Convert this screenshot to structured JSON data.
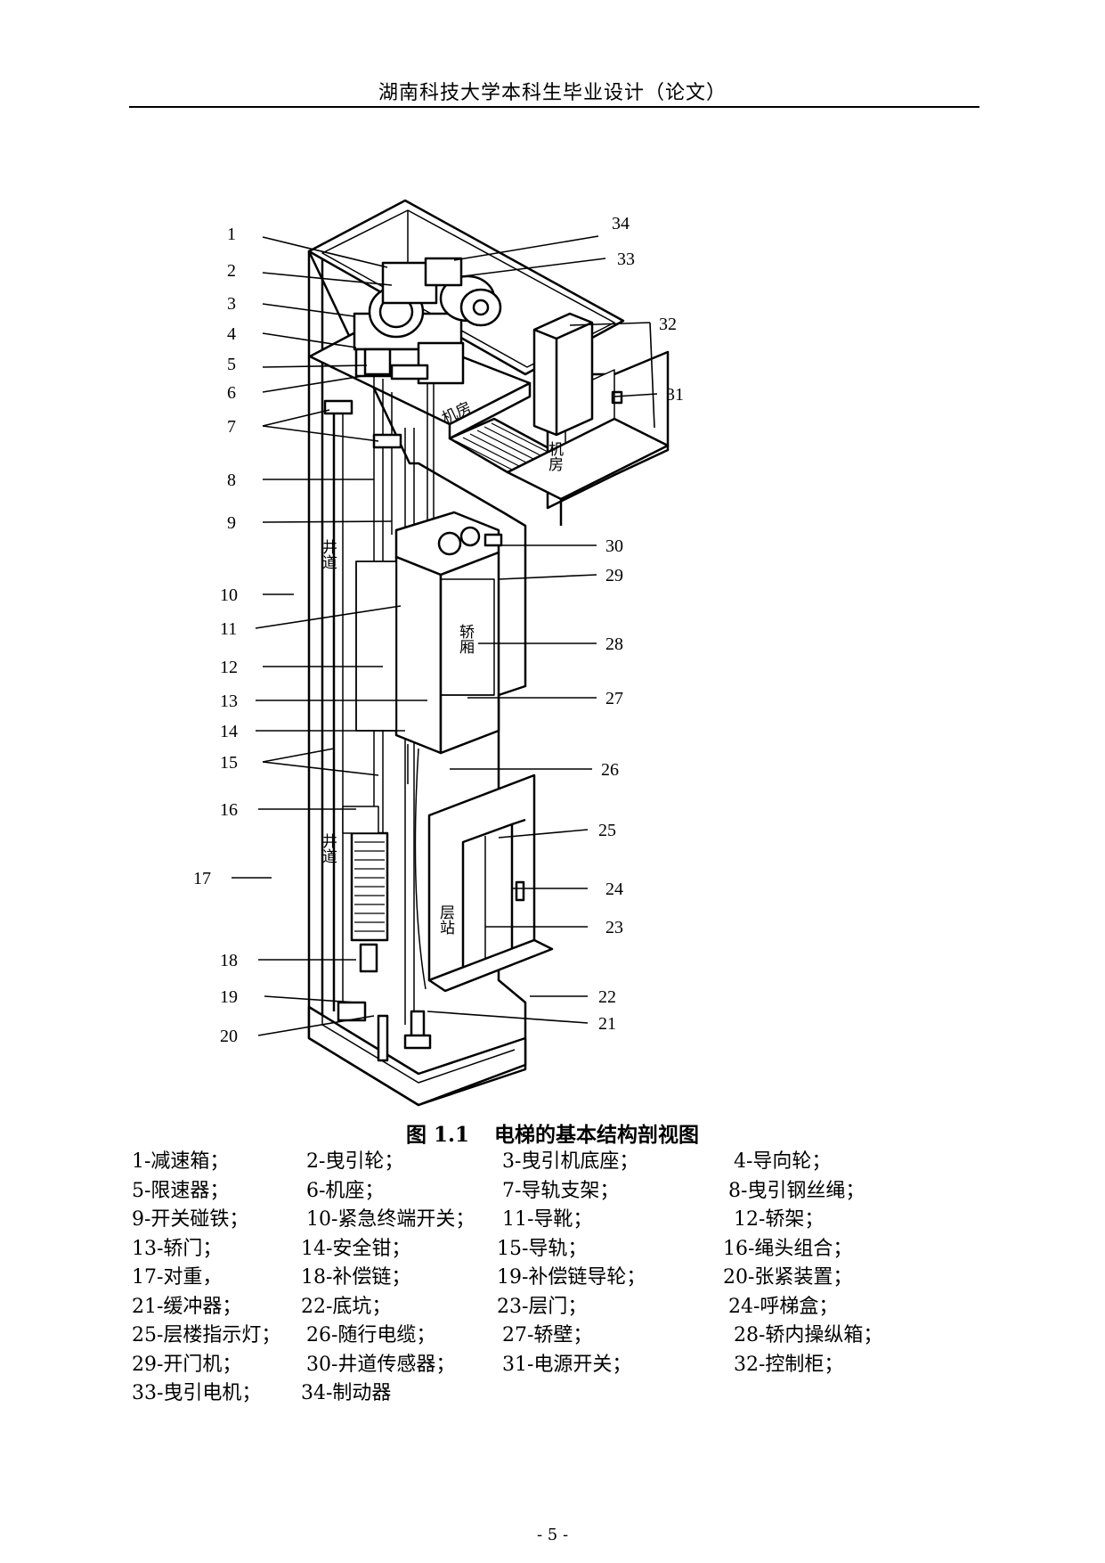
{
  "header": {
    "title": "湖南科技大学本科生毕业设计（论文）"
  },
  "figure": {
    "callouts_left": [
      "1",
      "2",
      "3",
      "4",
      "5",
      "6",
      "7",
      "8",
      "9",
      "10",
      "11",
      "12",
      "13",
      "14",
      "15",
      "16",
      "17",
      "18",
      "19",
      "20"
    ],
    "callouts_right": [
      "34",
      "33",
      "32",
      "31",
      "30",
      "29",
      "28",
      "27",
      "26",
      "25",
      "24",
      "23",
      "22",
      "21"
    ],
    "drawing_text": {
      "machine_room_floor": "机房",
      "machine_room_wall": "机房",
      "shaft_upper": "井道",
      "shaft_lower": "井道",
      "car": "轿厢",
      "landing": "层站"
    }
  },
  "caption": {
    "number": "图 1.1",
    "text": "电梯的基本结构剖视图"
  },
  "legend": [
    [
      "1-减速箱；",
      "2-曳引轮；",
      "3-曳引机底座；",
      "4-导向轮；"
    ],
    [
      "5-限速器；",
      "6-机座；",
      "7-导轨支架；",
      "8-曳引钢丝绳；"
    ],
    [
      "9-开关碰铁；",
      "10-紧急终端开关；",
      "11-导靴；",
      "12-轿架；"
    ],
    [
      "13-轿门；",
      "14-安全钳；",
      "15-导轨；",
      "16-绳头组合；"
    ],
    [
      "17-对重，",
      "18-补偿链；",
      "19-补偿链导轮；",
      "20-张紧装置；"
    ],
    [
      "21-缓冲器；",
      "22-底坑；",
      "23-层门；",
      "24-呼梯盒；"
    ],
    [
      "25-层楼指示灯；",
      "26-随行电缆；",
      "27-轿壁；",
      "28-轿内操纵箱；"
    ],
    [
      "29-开门机；",
      "30-井道传感器；",
      "31-电源开关；",
      "32-控制柜；"
    ],
    [
      "33-曳引电机；",
      "34-制动器"
    ]
  ],
  "footer": {
    "page": "- 5 -"
  }
}
